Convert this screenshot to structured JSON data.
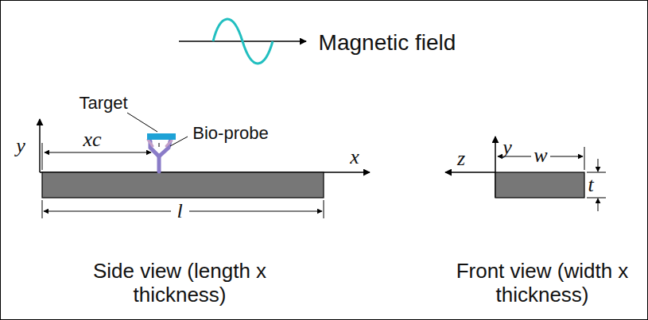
{
  "diagram": {
    "labels": [
      "Magnetic field",
      "Target",
      "Bio-probe",
      "y",
      "xc",
      "x",
      "l",
      "Side view (length x thickness)",
      "z",
      "y",
      "w",
      "t",
      "Front view (width x thickness)"
    ]
  }
}
